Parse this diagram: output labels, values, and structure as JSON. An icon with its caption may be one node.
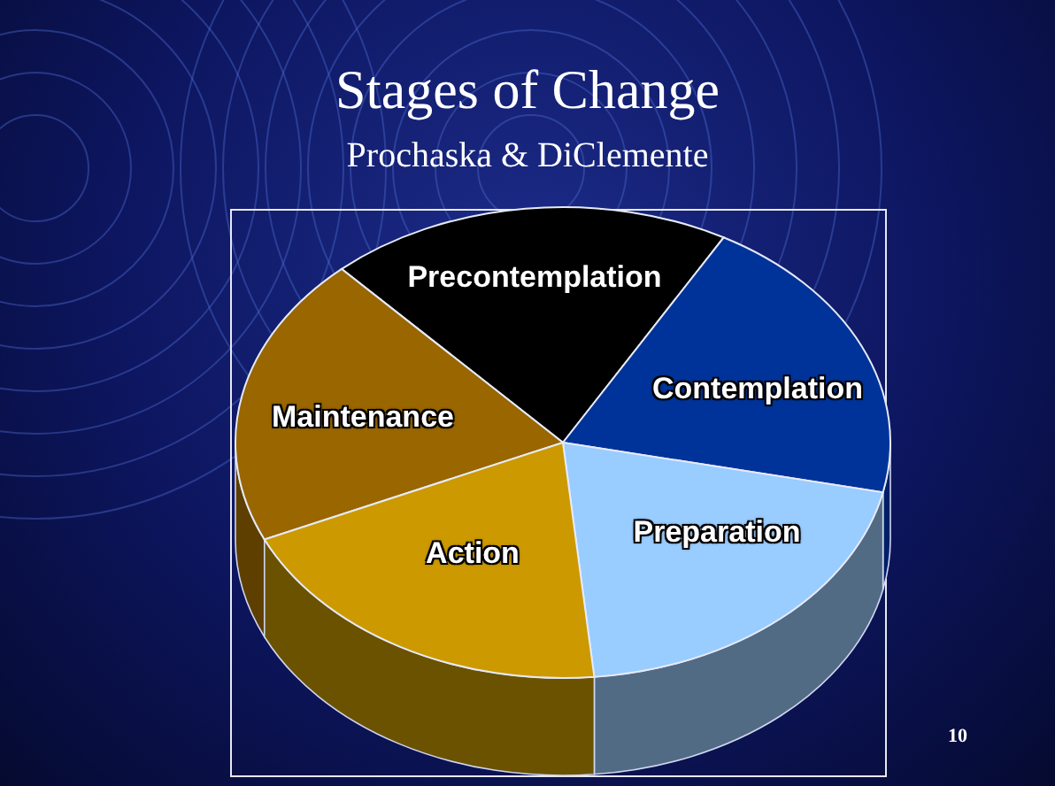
{
  "diagram": {
    "title": "Stages of Change",
    "nodes": [
      {
        "text": [
          "Precontemplation"
        ]
      },
      {
        "text": [
          "Contemplation"
        ]
      },
      {
        "text": [
          "Maintenance"
        ]
      },
      {
        "text": [
          "Preparation"
        ]
      },
      {
        "text": [
          "Action"
        ]
      }
    ],
    "labels": [
      "Prochaska & DiClemente",
      "10"
    ]
  }
}
